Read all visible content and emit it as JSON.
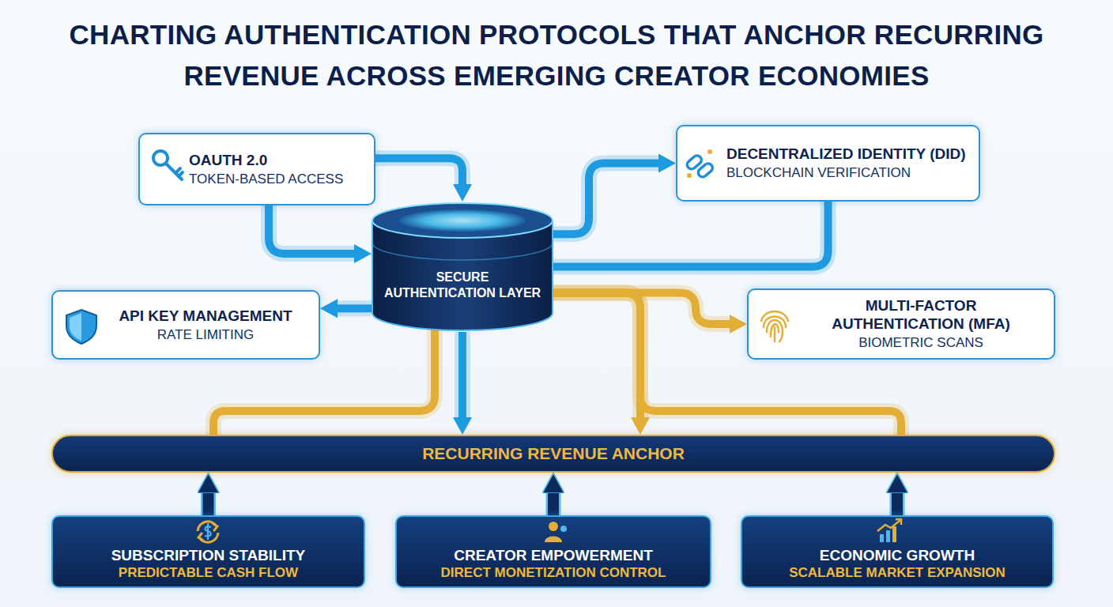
{
  "diagram": {
    "title": "CHARTING AUTHENTICATION PROTOCOLS THAT ANCHOR RECURRING REVENUE ACROSS EMERGING CREATOR ECONOMIES",
    "nodes": [
      {
        "text": [
          "OAUTH 2.0",
          "TOKEN-BASED ACCESS"
        ]
      },
      {
        "text": [
          "DECENTRALIZED IDENTITY (DID)",
          "BLOCKCHAIN VERIFICATION"
        ]
      },
      {
        "text": [
          "SECURE AUTHENTICATION LAYER"
        ]
      },
      {
        "text": [
          "API KEY MANAGEMENT",
          "RATE LIMITING"
        ]
      },
      {
        "text": [
          "MULTI-FACTOR AUTHENTICATION (MFA)",
          "BIOMETRIC SCANS"
        ]
      },
      {
        "text": [
          "RECURRING REVENUE ANCHOR"
        ]
      },
      {
        "text": [
          "SUBSCRIPTION STABILITY",
          "PREDICTABLE CASH FLOW"
        ]
      },
      {
        "text": [
          "CREATOR EMPOWERMENT",
          "DIRECT MONETIZATION CONTROL"
        ]
      },
      {
        "text": [
          "ECONOMIC GROWTH",
          "SCALABLE MARKET EXPANSION"
        ]
      }
    ],
    "edges": [
      {
        "from": 0,
        "to": 2,
        "arrow": "to"
      },
      {
        "from": 0,
        "to": 2,
        "arrow": "to"
      },
      {
        "from": 2,
        "to": 1,
        "arrow": "to"
      },
      {
        "from": 2,
        "to": 1,
        "arrow": "none"
      },
      {
        "from": 2,
        "to": 3,
        "arrow": "to"
      },
      {
        "from": 2,
        "to": 4,
        "arrow": "to"
      },
      {
        "from": 2,
        "to": 5,
        "arrow": "to"
      },
      {
        "from": 2,
        "to": 5,
        "arrow": "to"
      },
      {
        "from": 2,
        "to": 5,
        "arrow": "none"
      },
      {
        "from": 2,
        "to": 5,
        "arrow": "none"
      },
      {
        "from": 6,
        "to": 5,
        "arrow": "to"
      },
      {
        "from": 7,
        "to": 5,
        "arrow": "to"
      },
      {
        "from": 8,
        "to": 5,
        "arrow": "to"
      }
    ]
  }
}
